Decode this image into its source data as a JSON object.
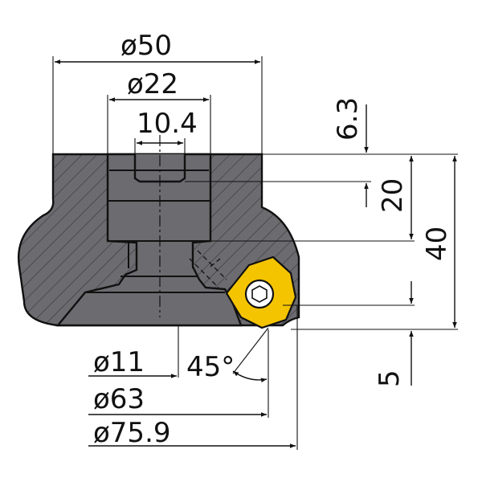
{
  "colors": {
    "body_fill": "#6c6c70",
    "hatch": "#3a3a3e",
    "insert_fill": "#f5c400",
    "line": "#111111",
    "background": "#ffffff"
  },
  "dimensions": {
    "d50": "ø50",
    "d22": "ø22",
    "w10_4": "10.4",
    "h6_3": "6.3",
    "h20": "20",
    "h40": "40",
    "d11": "ø11",
    "angle45": "45°",
    "d63": "ø63",
    "h5": "5",
    "d75_9": "ø75.9"
  }
}
